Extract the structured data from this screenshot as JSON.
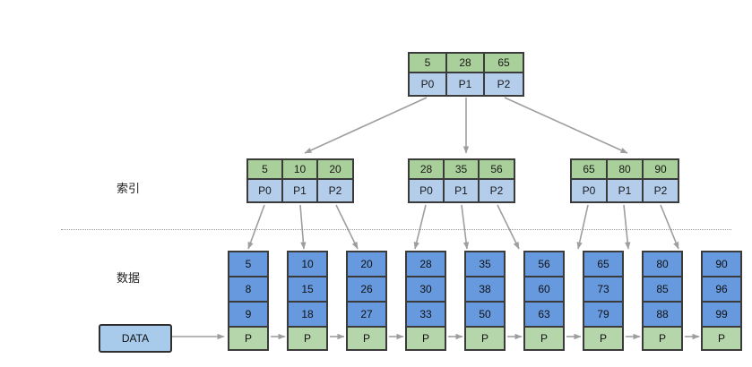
{
  "labels": {
    "index_level": "索引",
    "data_level": "数据",
    "data_box": "DATA"
  },
  "root": {
    "keys": [
      "5",
      "28",
      "65"
    ],
    "pointers": [
      "P0",
      "P1",
      "P2"
    ]
  },
  "index_nodes": [
    {
      "keys": [
        "5",
        "10",
        "20"
      ],
      "pointers": [
        "P0",
        "P1",
        "P2"
      ]
    },
    {
      "keys": [
        "28",
        "35",
        "56"
      ],
      "pointers": [
        "P0",
        "P1",
        "P2"
      ]
    },
    {
      "keys": [
        "65",
        "80",
        "90"
      ],
      "pointers": [
        "P0",
        "P1",
        "P2"
      ]
    }
  ],
  "leaves": [
    {
      "values": [
        "5",
        "8",
        "9"
      ],
      "next": "P"
    },
    {
      "values": [
        "10",
        "15",
        "18"
      ],
      "next": "P"
    },
    {
      "values": [
        "20",
        "26",
        "27"
      ],
      "next": "P"
    },
    {
      "values": [
        "28",
        "30",
        "33"
      ],
      "next": "P"
    },
    {
      "values": [
        "35",
        "38",
        "50"
      ],
      "next": "P"
    },
    {
      "values": [
        "56",
        "60",
        "63"
      ],
      "next": "P"
    },
    {
      "values": [
        "65",
        "73",
        "79"
      ],
      "next": "P"
    },
    {
      "values": [
        "80",
        "85",
        "88"
      ],
      "next": "P"
    },
    {
      "values": [
        "90",
        "96",
        "99"
      ],
      "next": "P"
    }
  ],
  "colors": {
    "key_cell": "#a9cf9a",
    "pointer_cell": "#b3cdeb",
    "leaf_cell": "#6699dd",
    "leaf_pointer_cell": "#b5d6ab",
    "border": "#3b3b3b",
    "arrow": "#9e9e9e",
    "data_box": "#a8caeb",
    "divider": "#9a9a9a"
  }
}
